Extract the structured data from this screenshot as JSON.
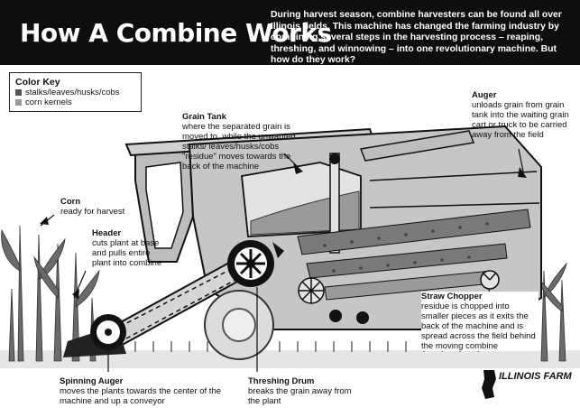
{
  "header": {
    "title": "How A Combine Works",
    "intro": "During harvest season, combine harvesters can be found all over Illinois fields. This machine has changed the farming industry by combining several steps in the harvesting process – reaping, threshing, and winnowing – into one revolutionary machine. But how do they work?"
  },
  "color_key": {
    "title": "Color Key",
    "items": [
      {
        "label": "stalks/leaves/husks/cobs",
        "color": "#555555"
      },
      {
        "label": "corn kernels",
        "color": "#9a9a9a"
      }
    ]
  },
  "labels": {
    "grain_tank": {
      "title": "Grain Tank",
      "desc": "where the separated grain is moved to, while the unwanted stalks/ leaves/husks/cobs \"residue\" moves towards the back of the machine"
    },
    "auger": {
      "title": "Auger",
      "desc": "unloads grain from grain tank into the waiting grain cart or truck to be carried away from the field"
    },
    "corn": {
      "title": "Corn",
      "desc": "ready for harvest"
    },
    "header_part": {
      "title": "Header",
      "desc": "cuts plant at base and pulls entire plant into combine"
    },
    "straw_chopper": {
      "title": "Straw Chopper",
      "desc": "residue is chopped into smaller pieces as it exits the back of the machine and is spread across the field behind the moving combine"
    },
    "spinning_auger": {
      "title": "Spinning Auger",
      "desc": "moves the plants towards the center of the machine and up a conveyor"
    },
    "threshing_drum": {
      "title": "Threshing Drum",
      "desc": "breaks the grain away from the plant"
    }
  },
  "logo": {
    "text": "ILLINOIS FARM"
  },
  "colors": {
    "dark": "#0e0e0e",
    "machine": "#bdbdbd",
    "machine_dark": "#7a7a7a",
    "stalk": "#555555",
    "kernel": "#9a9a9a"
  }
}
